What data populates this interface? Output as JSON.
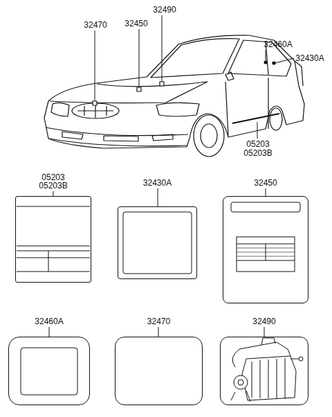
{
  "diagram": {
    "nodes": [
      {
        "text": [
          "05203",
          "05203B"
        ]
      },
      {
        "text": [
          "32430A"
        ]
      },
      {
        "text": [
          "32450"
        ]
      },
      {
        "text": [
          "32460A"
        ]
      },
      {
        "text": [
          "32470"
        ]
      },
      {
        "text": [
          "32490"
        ]
      }
    ],
    "labels": [
      "32470",
      "32450",
      "32490",
      "32460A",
      "32430A",
      "05203",
      "05203B"
    ]
  }
}
